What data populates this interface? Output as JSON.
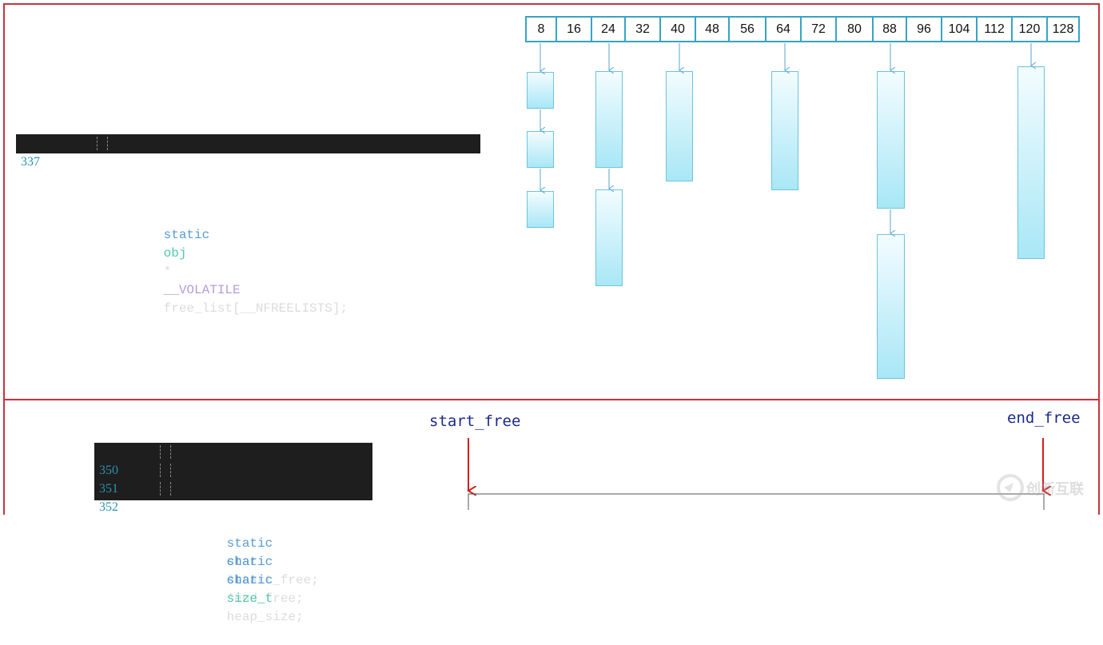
{
  "free_list_code": {
    "line_number": "337",
    "tokens": [
      "static",
      "obj",
      "*",
      "__VOLATILE",
      "free_list[__NFREELISTS];"
    ]
  },
  "size_classes": [
    "8",
    "16",
    "24",
    "32",
    "40",
    "48",
    "56",
    "64",
    "72",
    "80",
    "88",
    "96",
    "104",
    "112",
    "120",
    "128"
  ],
  "memory_code": {
    "lines": [
      {
        "number": "350",
        "keyword": "static",
        "type": "char",
        "rest": "*start_free;"
      },
      {
        "number": "351",
        "keyword": "static",
        "type": "char",
        "rest": "*end_free;"
      },
      {
        "number": "352",
        "keyword": "static",
        "type": "size_t",
        "rest": "heap_size;"
      }
    ]
  },
  "pointers": {
    "start_label": "start_free",
    "end_label": "end_free"
  },
  "watermark": {
    "text": "创新互联"
  },
  "colors": {
    "frame": "#c8323c",
    "cell_border": "#37a3c6",
    "block_fill": "#a9e7f6",
    "label_text": "#1a2a8c",
    "arrow_red": "#d11f1f"
  }
}
